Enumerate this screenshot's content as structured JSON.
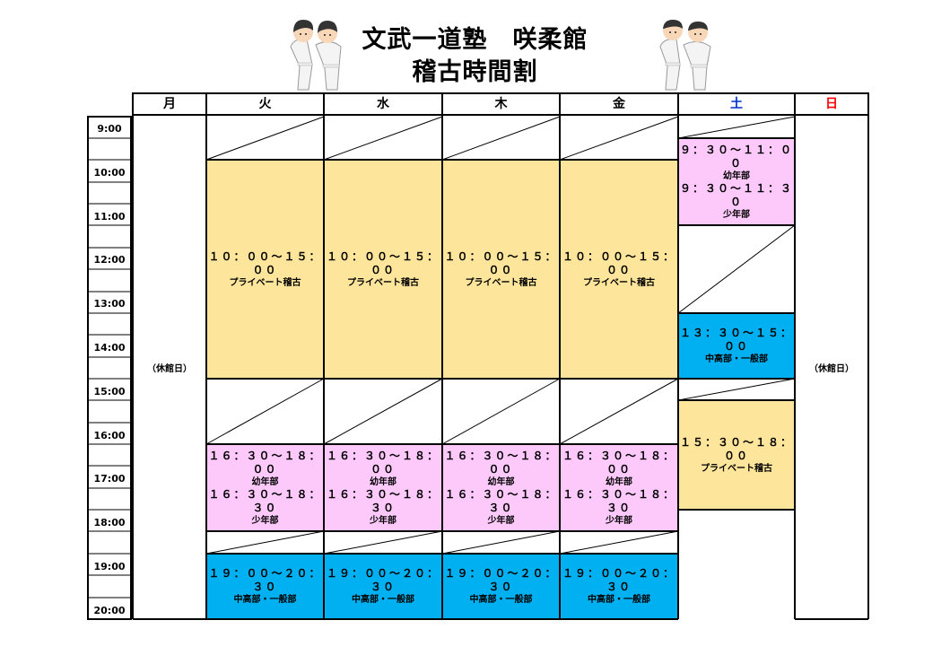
{
  "header": {
    "line1": "文武一道塾　咲柔館",
    "line2": "稽古時間割"
  },
  "days": [
    "月",
    "火",
    "水",
    "木",
    "金",
    "土",
    "日"
  ],
  "day_colors": {
    "sat": "#0033cc",
    "sun": "#ff0000",
    "default": "#000000"
  },
  "times": [
    "9:00",
    "10:00",
    "11:00",
    "12:00",
    "13:00",
    "14:00",
    "15:00",
    "16:00",
    "17:00",
    "18:00",
    "19:00",
    "20:00"
  ],
  "closed_label": "（休館日）",
  "sessions": {
    "tue_private": {
      "time": "１０：００～１５：００",
      "label": "プライベート稽古"
    },
    "wed_private": {
      "time": "１０：００～１５：００",
      "label": "プライベート稽古"
    },
    "thu_private": {
      "time": "１０：００～１５：００",
      "label": "プライベート稽古"
    },
    "fri_private": {
      "time": "１０：００～１５：００",
      "label": "プライベート稽古"
    },
    "tue_kids": {
      "time1": "１６：３０～１８：００",
      "label1": "幼年部",
      "time2": "１６：３０～１８：３０",
      "label2": "少年部"
    },
    "wed_kids": {
      "time1": "１６：３０～１８：００",
      "label1": "幼年部",
      "time2": "１６：３０～１８：３０",
      "label2": "少年部"
    },
    "thu_kids": {
      "time1": "１６：３０～１８：００",
      "label1": "幼年部",
      "time2": "１６：３０～１８：３０",
      "label2": "少年部"
    },
    "fri_kids": {
      "time1": "１６：３０～１８：００",
      "label1": "幼年部",
      "time2": "１６：３０～１８：３０",
      "label2": "少年部"
    },
    "tue_adult": {
      "time": "１９：００～２０：３０",
      "label": "中高部・一般部"
    },
    "wed_adult": {
      "time": "１９：００～２０：３０",
      "label": "中高部・一般部"
    },
    "thu_adult": {
      "time": "１９：００～２０：３０",
      "label": "中高部・一般部"
    },
    "fri_adult": {
      "time": "１９：００～２０：３０",
      "label": "中高部・一般部"
    },
    "sat_kids": {
      "time1": "９：３０～１１：００",
      "label1": "幼年部",
      "time2": "９：３０～１１：３０",
      "label2": "少年部"
    },
    "sat_adult": {
      "time": "１３：３０～１５：００",
      "label": "中高部・一般部"
    },
    "sat_private": {
      "time": "１５：３０～１８：００",
      "label": "プライベート稽古"
    }
  }
}
